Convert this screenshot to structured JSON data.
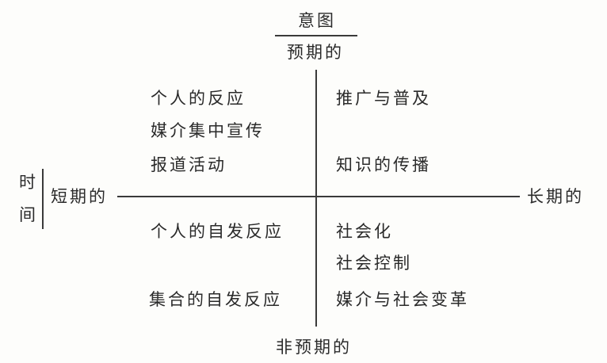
{
  "diagram": {
    "axis_top_title": "意图",
    "axis_top": "预期的",
    "axis_bottom": "非预期的",
    "axis_left_title": [
      "时",
      "间"
    ],
    "axis_left": "短期的",
    "axis_right": "长期的",
    "quadrants": {
      "top_left": [
        "个人的反应",
        "媒介集中宣传",
        "报道活动"
      ],
      "top_right": [
        "推广与普及",
        "知识的传播"
      ],
      "bottom_left": [
        "个人的自发反应",
        "集合的自发反应"
      ],
      "bottom_right": [
        "社会化",
        "社会控制",
        "媒介与社会变革"
      ]
    }
  }
}
